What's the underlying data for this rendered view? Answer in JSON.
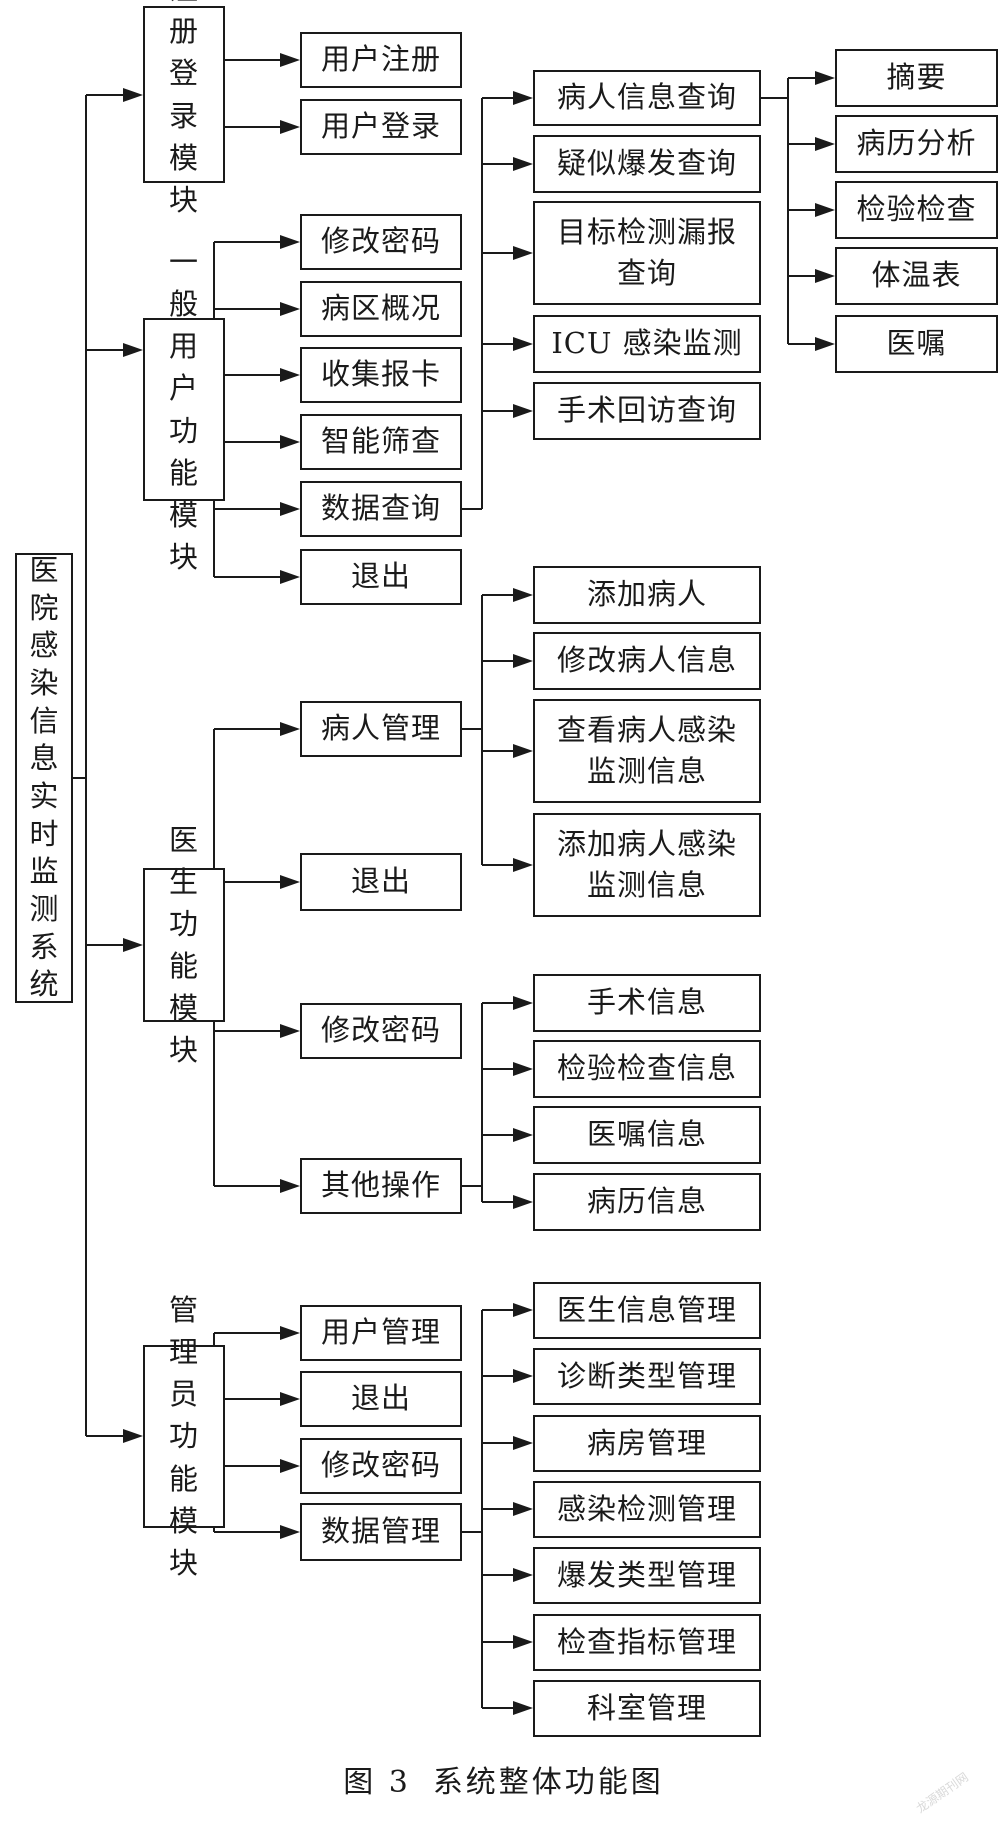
{
  "root": "医院感染信息实时监测系统",
  "modules": {
    "register_login": {
      "label": "注册登录模块",
      "items": [
        "用户注册",
        "用户登录"
      ]
    },
    "general_user": {
      "label": "一般用户功能模块",
      "items": [
        "修改密码",
        "病区概况",
        "收集报卡",
        "智能筛查",
        "数据查询",
        "退出"
      ],
      "data_query_items": [
        "病人信息查询",
        "疑似爆发查询",
        "目标检测漏报查询",
        "ICU 感染监测",
        "手术回访查询"
      ],
      "patient_query_items": [
        "摘要",
        "病历分析",
        "检验检查",
        "体温表",
        "医嘱"
      ]
    },
    "doctor": {
      "label": "医生功能模块",
      "items": [
        "病人管理",
        "退出",
        "修改密码",
        "其他操作"
      ],
      "patient_mgmt_items": [
        "添加病人",
        "修改病人信息",
        "查看病人感染监测信息",
        "添加病人感染监测信息"
      ],
      "other_ops_items": [
        "手术信息",
        "检验检查信息",
        "医嘱信息",
        "病历信息"
      ]
    },
    "admin": {
      "label": "管理员功能模块",
      "items": [
        "用户管理",
        "退出",
        "修改密码",
        "数据管理"
      ],
      "data_mgmt_items": [
        "医生信息管理",
        "诊断类型管理",
        "病房管理",
        "感染检测管理",
        "爆发类型管理",
        "检查指标管理",
        "科室管理"
      ]
    }
  },
  "caption": {
    "number": "图 3",
    "title": "系统整体功能图"
  },
  "watermark": "龙源期刊网",
  "colors": {
    "line": "#1a1a1a",
    "background": "#ffffff",
    "watermark": "#d9d9d9"
  }
}
